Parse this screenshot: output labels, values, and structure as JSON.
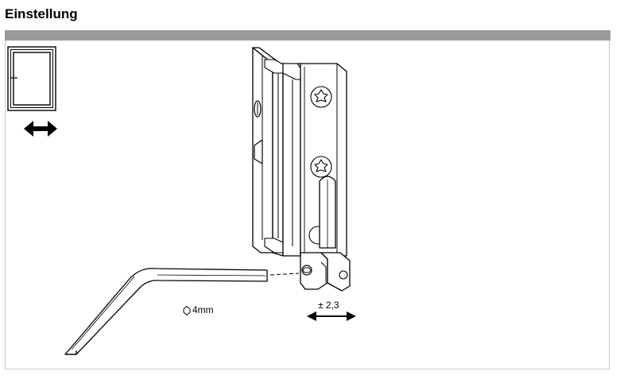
{
  "header": {
    "title": "Einstellung"
  },
  "labels": {
    "hex_size": "4mm",
    "adjustment_range": "± 2,3"
  },
  "icons": {
    "window": "window-frame-icon",
    "direction": "double-arrow-horizontal-icon",
    "hex": "hexagon-icon"
  },
  "colors": {
    "band": "#9a9a9a",
    "line": "#000000"
  }
}
